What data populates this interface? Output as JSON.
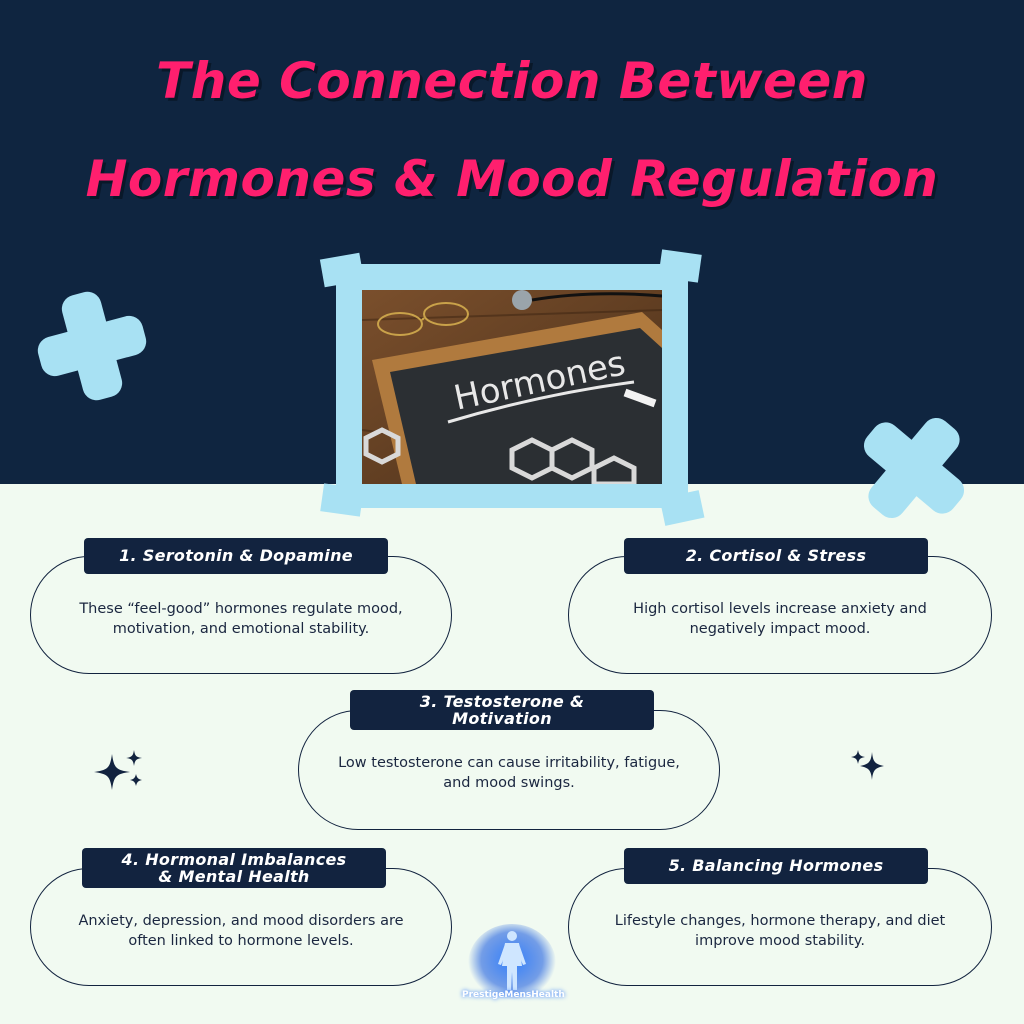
{
  "header": {
    "title_line1": "The Connection Between",
    "title_line2": "Hormones & Mood Regulation"
  },
  "photo": {
    "chalkboard_text": "Hormones"
  },
  "cards": [
    {
      "label": "1. Serotonin & Dopamine",
      "line1": "These “feel-good” hormones regulate mood,",
      "line2": "motivation, and emotional stability."
    },
    {
      "label": "2. Cortisol & Stress",
      "line1": "High cortisol levels increase anxiety and",
      "line2": "negatively impact mood."
    },
    {
      "label_line1": "3. Testosterone &",
      "label_line2": "Motivation",
      "line1": "Low testosterone can cause irritability, fatigue,",
      "line2": "and mood swings."
    },
    {
      "label_line1": "4. Hormonal Imbalances",
      "label_line2": "& Mental Health",
      "line1": "Anxiety, depression, and mood disorders are",
      "line2": "often linked to hormone levels."
    },
    {
      "label": "5. Balancing Hormones",
      "line1": "Lifestyle changes, hormone therapy, and diet",
      "line2": "improve mood stability."
    }
  ],
  "logo": {
    "text": "PrestigeMensHealth"
  },
  "colors": {
    "navy": "#0f2540",
    "accent_pink": "#ff1f6e",
    "light_blue": "#a8e1f3",
    "background": "#f1faf1"
  },
  "icons": [
    "plus-icon",
    "sparkle-icon",
    "human-body-icon"
  ]
}
